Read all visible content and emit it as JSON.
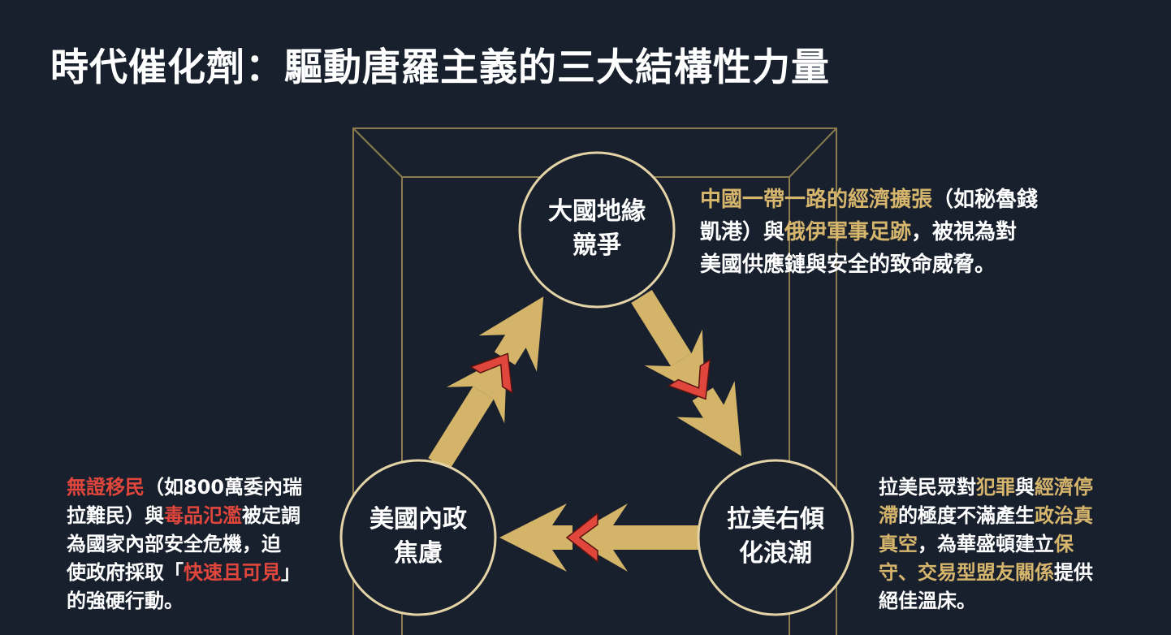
{
  "title": "時代催化劑：驅動唐羅主義的三大結構性力量",
  "colors": {
    "background": "#18202e",
    "gold": "#d6b56c",
    "red": "#e0463c",
    "frame": "#8a7a4e",
    "circle_border": "#e3d3a6"
  },
  "nodes": {
    "top": {
      "line1": "大國地緣",
      "line2": "競爭"
    },
    "left": {
      "line1": "美國內政",
      "line2": "焦慮"
    },
    "right": {
      "line1": "拉美右傾",
      "line2": "化浪潮"
    }
  },
  "descriptions": {
    "top_right": [
      [
        {
          "t": "中國一帶一路的經濟擴張",
          "c": "gold"
        },
        {
          "t": "（如秘魯錢",
          "c": "white"
        }
      ],
      [
        {
          "t": "凱港）與",
          "c": "white"
        },
        {
          "t": "俄伊軍事足跡",
          "c": "gold"
        },
        {
          "t": "，被視為對",
          "c": "white"
        }
      ],
      [
        {
          "t": "美國供應鏈與安全的致命威脅。",
          "c": "white"
        }
      ]
    ],
    "bottom_left": [
      [
        {
          "t": "無證移民",
          "c": "red"
        },
        {
          "t": "（如800萬委內瑞",
          "c": "white"
        }
      ],
      [
        {
          "t": "拉難民）與",
          "c": "white"
        },
        {
          "t": "毒品氾濫",
          "c": "red"
        },
        {
          "t": "被定調",
          "c": "white"
        }
      ],
      [
        {
          "t": "為國家內部安全危機，迫",
          "c": "white"
        }
      ],
      [
        {
          "t": "使政府採取「",
          "c": "white"
        },
        {
          "t": "快速且可見",
          "c": "red"
        },
        {
          "t": "」",
          "c": "white"
        }
      ],
      [
        {
          "t": "的強硬行動。",
          "c": "white"
        }
      ]
    ],
    "bottom_right": [
      [
        {
          "t": "拉美民眾對",
          "c": "white"
        },
        {
          "t": "犯罪",
          "c": "gold"
        },
        {
          "t": "與",
          "c": "white"
        },
        {
          "t": "經濟停",
          "c": "gold"
        }
      ],
      [
        {
          "t": "滯",
          "c": "gold"
        },
        {
          "t": "的極度不滿產生",
          "c": "white"
        },
        {
          "t": "政治真",
          "c": "gold"
        }
      ],
      [
        {
          "t": "真空",
          "c": "gold"
        },
        {
          "t": "，為華盛頓建立",
          "c": "white"
        },
        {
          "t": "保",
          "c": "gold"
        }
      ],
      [
        {
          "t": "守、交易型盟友關係",
          "c": "gold"
        },
        {
          "t": "提供",
          "c": "white"
        }
      ],
      [
        {
          "t": "絕佳溫床。",
          "c": "white"
        }
      ]
    ]
  }
}
